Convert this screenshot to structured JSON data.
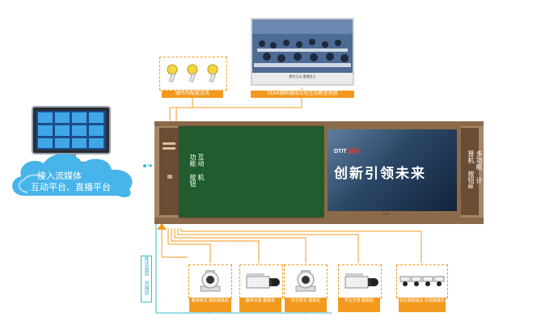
{
  "title": "",
  "cloud": {
    "line1": "接入流媒体",
    "line2": "互动平台、直播平台"
  },
  "mic_label": "微阵列吸麦克风",
  "classroom_label": "HDMI辅助输出远程互动教室视频",
  "classroom_screen_caption": "教学互动 重播显示",
  "board_left_text": "互动 机 功能 按钮",
  "board_right_text": "多功能 计算机 按钮",
  "tv": {
    "brand": "DTIT",
    "brand_cn": "迪特",
    "slogan": "创新引领未来",
    "bottom_logo": "DTIT"
  },
  "push_label": "推送画面 到播放",
  "cameras": [
    {
      "label": "教师特写 跟踪摄像机",
      "type": "ptz"
    },
    {
      "label": "教师全景 摄像机",
      "type": "box"
    },
    {
      "label": "学生特写 摄像机",
      "type": "ptz"
    },
    {
      "label": "学生全景 摄像机",
      "type": "box"
    },
    {
      "label": "定位跟踪镜头 的拍摄像机",
      "type": "multi"
    }
  ],
  "colors": {
    "accent": "#f39a1e",
    "wire_cyan": "#3ab6c8",
    "board_frame": "#7a5c3a",
    "chalkboard": "#1f5c2e"
  }
}
